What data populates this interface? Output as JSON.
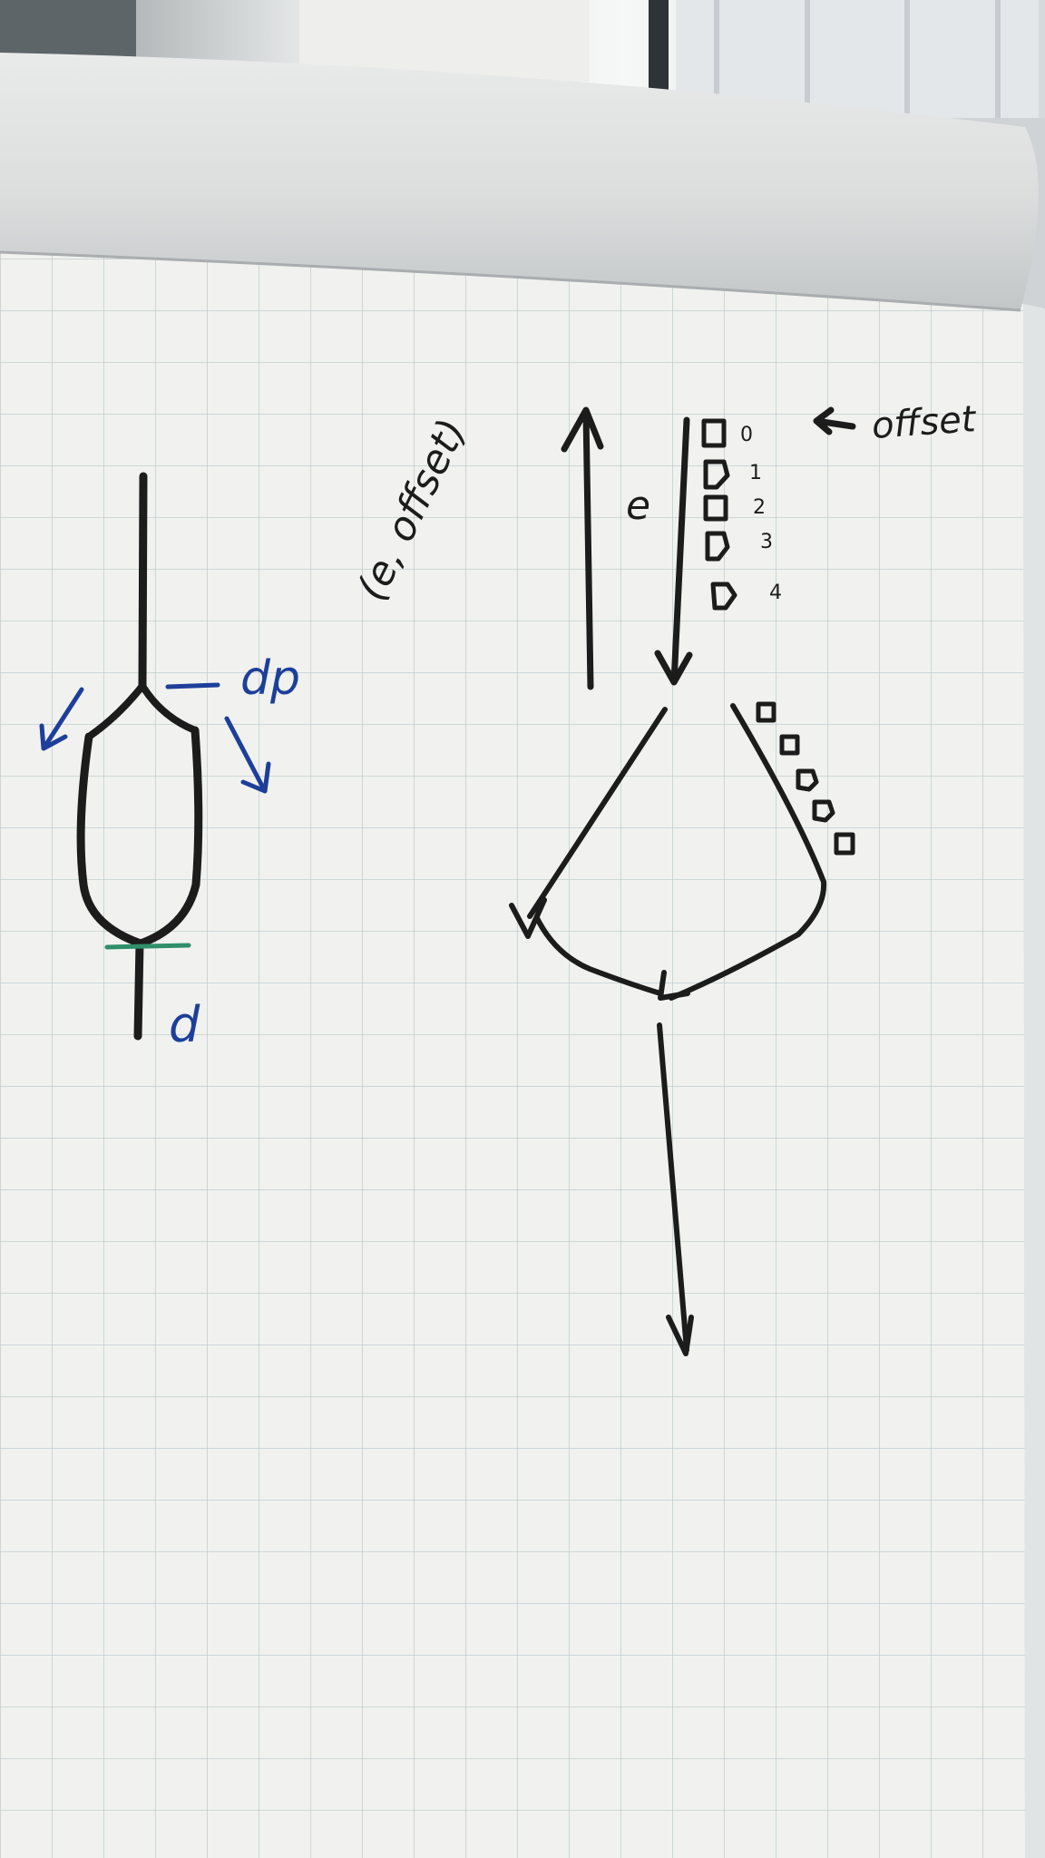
{
  "diagram": {
    "surface": "graph-paper flipchart",
    "ink_colors": {
      "black": "#1c1c1c",
      "blue": "#1d3f9a",
      "green": "#2e8f6a"
    },
    "left_sketch": {
      "labels": {
        "split_label": "dp",
        "bottom_label": "d"
      }
    },
    "right_sketch": {
      "labels": {
        "tuple_label": "(e, offset)",
        "arrow_label": "e",
        "pointer_label": "offset"
      },
      "queue_indices": [
        "0",
        "1",
        "2",
        "3",
        "4"
      ],
      "side_queue_count": 5
    }
  }
}
